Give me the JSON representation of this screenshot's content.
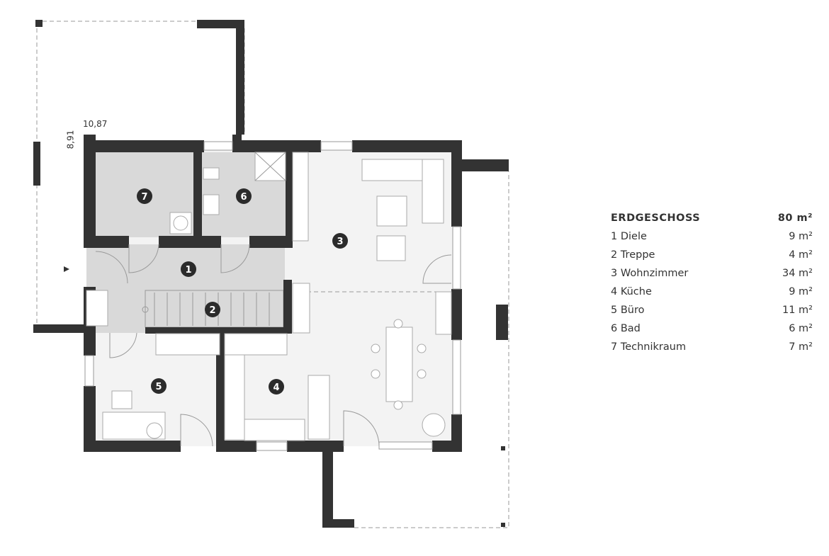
{
  "dimensions": {
    "width_label": "10,87",
    "depth_label": "8,91"
  },
  "room_markers": [
    "1",
    "2",
    "3",
    "4",
    "5",
    "6",
    "7"
  ],
  "legend": {
    "title": "ERDGESCHOSS",
    "total": "80 m²",
    "rooms": [
      {
        "name": "1 Diele",
        "area": "9 m²"
      },
      {
        "name": "2 Treppe",
        "area": "4 m²"
      },
      {
        "name": "3 Wohnzimmer",
        "area": "34 m²"
      },
      {
        "name": "4 Küche",
        "area": "9 m²"
      },
      {
        "name": "5 Büro",
        "area": "11 m²"
      },
      {
        "name": "6 Bad",
        "area": "6 m²"
      },
      {
        "name": "7 Technikraum",
        "area": "7 m²"
      }
    ]
  },
  "colors": {
    "wall": "#333333",
    "service_rooms": "#d9d9d9",
    "living_rooms": "#f3f3f3"
  }
}
